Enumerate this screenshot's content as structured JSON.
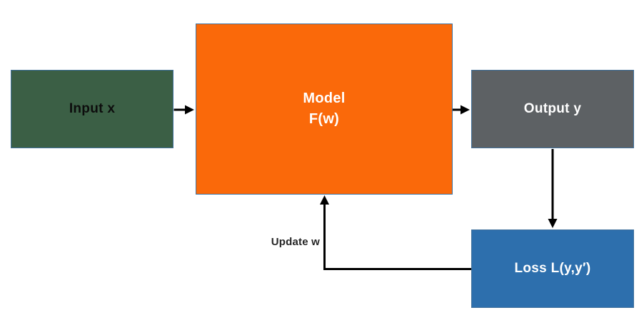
{
  "diagram": {
    "type": "flowchart",
    "background": "#FFFFFF",
    "nodes": {
      "input": {
        "label": "Input x",
        "fill": "#3B5F45",
        "text_color": "#0D0D0D"
      },
      "model": {
        "label_line1": "Model",
        "label_line2": "F(w)",
        "fill": "#FA690A",
        "text_color": "#FFFFFF"
      },
      "output": {
        "label": "Output y",
        "fill": "#5D6164",
        "text_color": "#FFFFFF"
      },
      "loss": {
        "label": "Loss L(y,y′)",
        "fill": "#2D6FAD",
        "text_color": "#FFFFFF"
      }
    },
    "edges": {
      "update_w_label": "Update w"
    },
    "colors": {
      "arrow": "#000000",
      "node_border": "#41719C"
    }
  }
}
